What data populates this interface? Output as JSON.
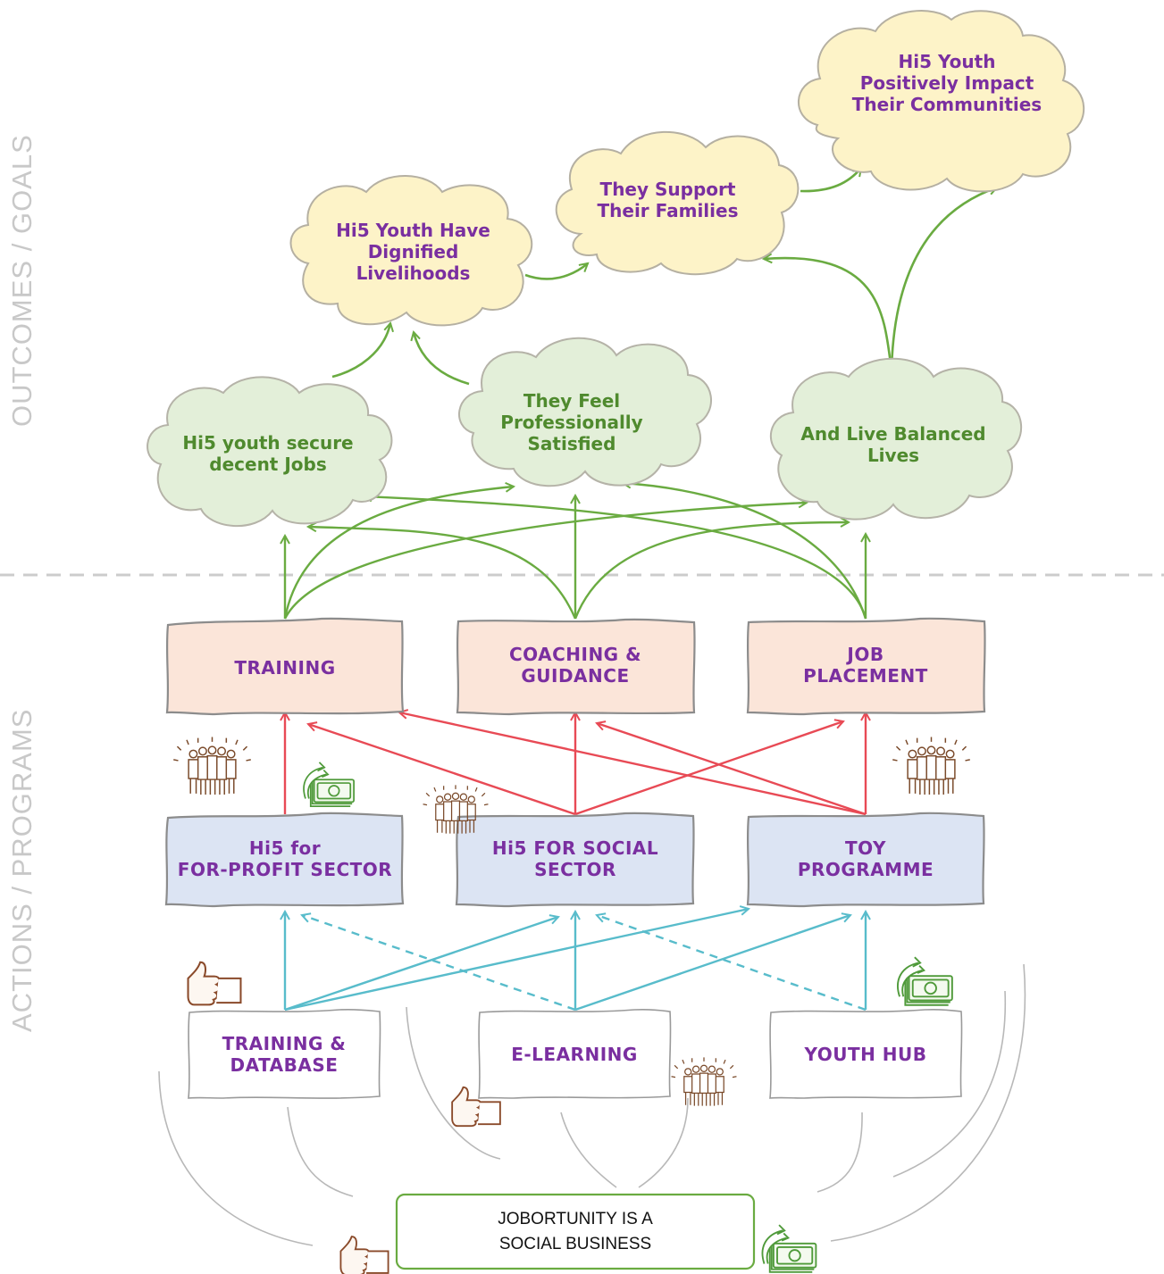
{
  "side_labels": {
    "top": "OUTCOMES / GOALS",
    "bottom": "ACTIONS / PROGRAMS"
  },
  "outcome_clouds": {
    "dignified": "Hi5 Youth Have\nDignified\nLivelihoods",
    "families": "They Support\nTheir Families",
    "communities": "Hi5 Youth\nPositively Impact\nTheir Communities"
  },
  "mid_clouds": {
    "jobs": "Hi5 youth secure\ndecent Jobs",
    "satisfied": "They Feel\nProfessionally\nSatisfied",
    "balanced": "And Live Balanced\nLives"
  },
  "actions": {
    "training": "TRAINING",
    "coaching": "COACHING &\nGUIDANCE",
    "placement": "JOB\nPLACEMENT"
  },
  "programs": {
    "forprofit": "Hi5 for\nFOR-PROFIT SECTOR",
    "social": "Hi5 FOR SOCIAL\nSECTOR",
    "toy": "TOY\nPROGRAMME"
  },
  "foundations": {
    "database": "TRAINING &\nDATABASE",
    "elearning": "E-LEARNING",
    "hub": "YOUTH HUB"
  },
  "footer": "JOBORTUNITY IS A\nSOCIAL BUSINESS",
  "icons": [
    "people-group-icon",
    "money-icon",
    "thumbs-up-icon"
  ],
  "colors": {
    "cloud_yellow": "#fdf3c8",
    "cloud_green": "#e3efd9",
    "box_peach": "#fbe5d9",
    "box_blue": "#dce4f3",
    "arrow_green": "#6aab41",
    "arrow_red": "#e84a55",
    "arrow_teal": "#58bccb",
    "text_purple": "#7a2fa0",
    "text_green": "#4f8a2e"
  }
}
